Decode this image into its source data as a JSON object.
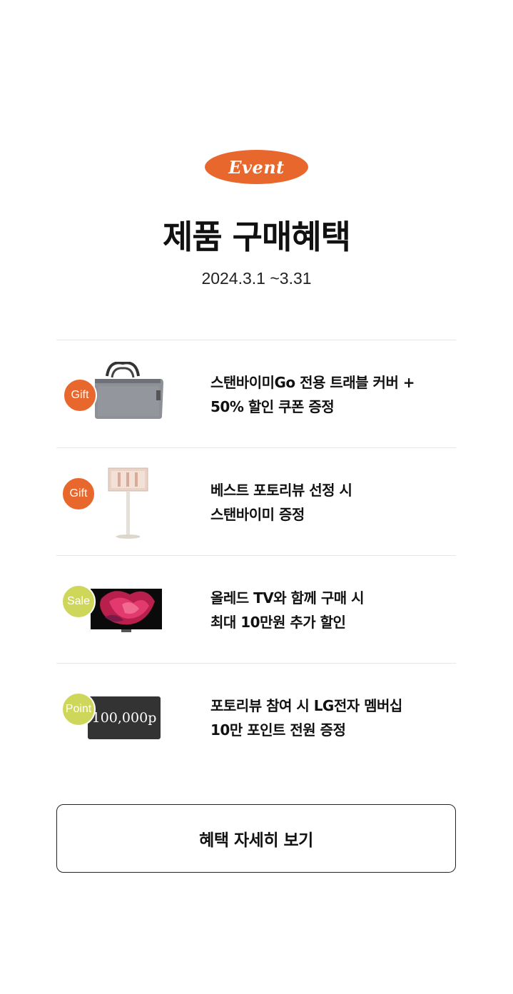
{
  "header": {
    "event_label": "Event",
    "title": "제품 구매혜택",
    "period": "2024.3.1 ~3.31"
  },
  "benefits": [
    {
      "badge": "Gift",
      "badge_color": "#e8672c",
      "image": "travel-bag",
      "line1": "스탠바이미Go 전용 트래블 커버 +",
      "line2": "50% 할인 쿠폰 증정"
    },
    {
      "badge": "Gift",
      "badge_color": "#e8672c",
      "image": "standbyme-stand",
      "line1": "베스트 포토리뷰 선정 시",
      "line2": "스탠바이미 증정"
    },
    {
      "badge": "Sale",
      "badge_color": "#cfd75a",
      "image": "oled-tv",
      "line1": "올레드 TV와 함께 구매 시",
      "line2": "최대 10만원 추가 할인"
    },
    {
      "badge": "Point",
      "badge_color": "#cfd75a",
      "image": "point-card",
      "card_text": "100,000p",
      "line1": "포토리뷰 참여 시 LG전자 멤버십",
      "line2": "10만 포인트 전원 증정"
    }
  ],
  "cta": {
    "label": "혜택 자세히 보기"
  },
  "colors": {
    "accent": "#e8672c",
    "lime": "#cfd75a"
  }
}
